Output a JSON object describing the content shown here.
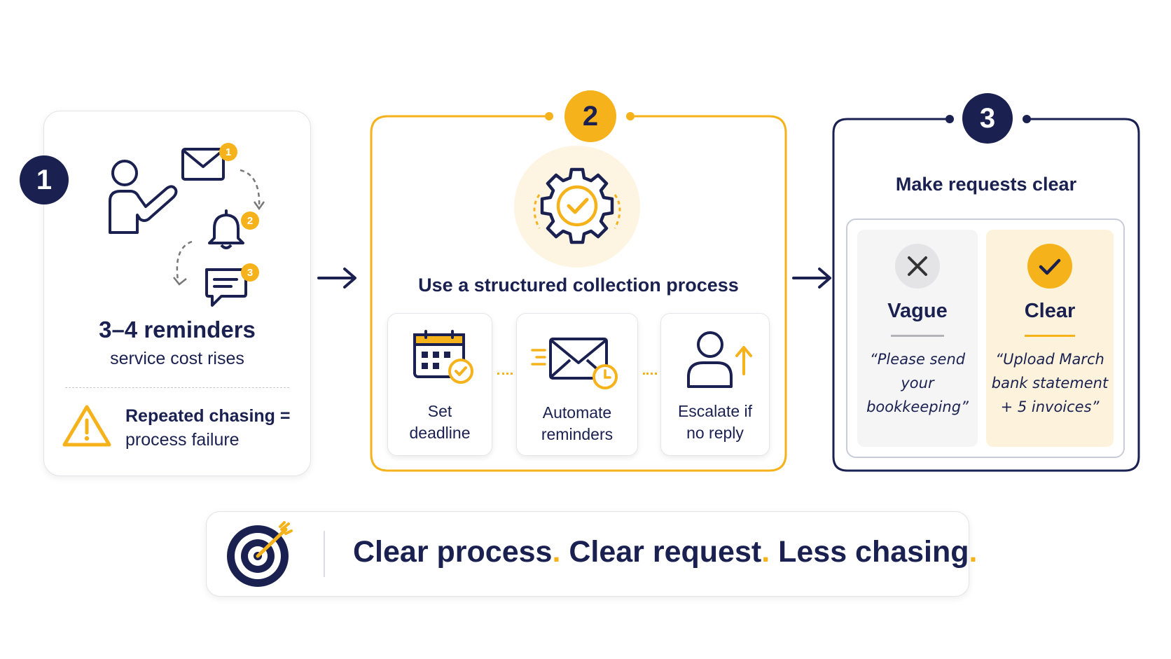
{
  "step1": {
    "number": "1",
    "badges": [
      "1",
      "2",
      "3"
    ],
    "headline": "3–4 reminders",
    "subline": "service cost rises",
    "warning_bold": "Repeated chasing =",
    "warning_rest": "process failure",
    "icons": [
      "person-icon",
      "envelope-icon",
      "bell-icon",
      "chat-icon",
      "warning-icon"
    ]
  },
  "step2": {
    "number": "2",
    "title": "Use a structured collection process",
    "items": [
      {
        "line1": "Set",
        "line2": "deadline",
        "icon": "calendar-check-icon"
      },
      {
        "line1": "Automate",
        "line2": "reminders",
        "icon": "envelope-clock-icon"
      },
      {
        "line1": "Escalate if",
        "line2": "no reply",
        "icon": "person-escalate-icon"
      }
    ],
    "center_icon": "gear-check-icon"
  },
  "step3": {
    "number": "3",
    "title": "Make requests clear",
    "vague": {
      "label": "Vague",
      "lines": [
        "“Please send",
        "your",
        "bookkeeping”"
      ]
    },
    "clear": {
      "label": "Clear",
      "lines": [
        "“Upload March",
        "bank statement",
        "+ 5 invoices”"
      ]
    }
  },
  "footer": {
    "part1": "Clear process",
    "part2": "Clear request",
    "part3": "Less chasing",
    "dot": ".",
    "icon": "target-icon"
  },
  "colors": {
    "navy": "#1a2150",
    "accent": "#f5b21a",
    "grey": "#9a9a9a"
  }
}
